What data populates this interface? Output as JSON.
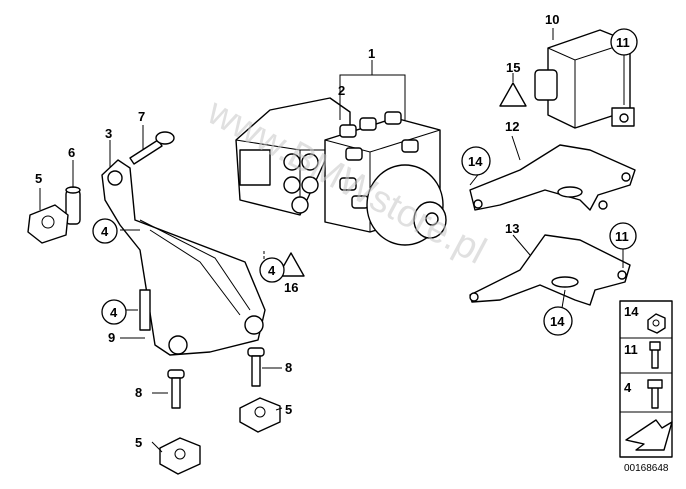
{
  "watermark": "www.BMWstore.pl",
  "diagram_id": "00168648",
  "labels": {
    "p1": "1",
    "p2": "2",
    "p3": "3",
    "p4a": "4",
    "p4b": "4",
    "p4c": "4",
    "p5a": "5",
    "p5b": "5",
    "p5c": "5",
    "p6": "6",
    "p7": "7",
    "p8a": "8",
    "p8b": "8",
    "p9": "9",
    "p10": "10",
    "p11a": "11",
    "p11b": "11",
    "p12": "12",
    "p13": "13",
    "p14a": "14",
    "p14b": "14",
    "p15": "15",
    "p16": "16"
  },
  "legend": {
    "l14": "14",
    "l11": "11",
    "l4": "4"
  }
}
